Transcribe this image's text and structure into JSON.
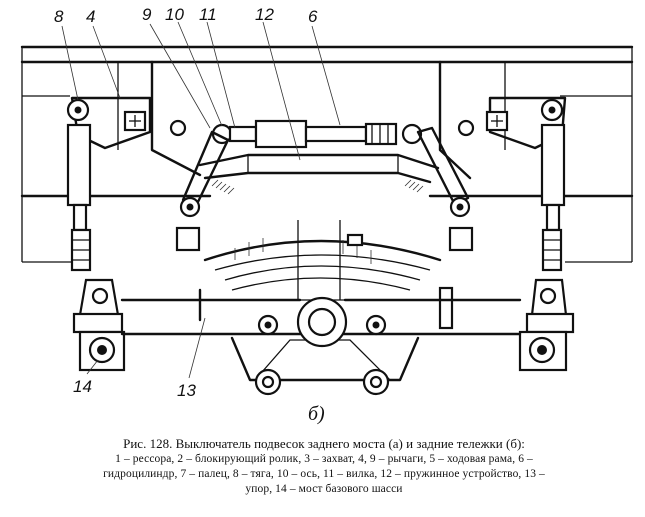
{
  "figure": {
    "callouts": [
      "8",
      "4",
      "9",
      "10",
      "11",
      "12",
      "6",
      "13",
      "14"
    ],
    "sublabel": "б)"
  },
  "caption": {
    "title": "Рис. 128. Выключатель подвесок заднего моста (а) и задние тележки (б):",
    "legend_line1": "1 – рессора, 2 – блокирующий ролик, 3 – захват, 4, 9 – рычаги, 5 – ходовая рама, 6 –",
    "legend_line2": "гидроцилиндр, 7 – палец, 8 – тяга, 10 – ось, 11 – вилка, 12 – пружинное устройство, 13 –",
    "legend_line3": "упор, 14 – мост базового шасси"
  }
}
